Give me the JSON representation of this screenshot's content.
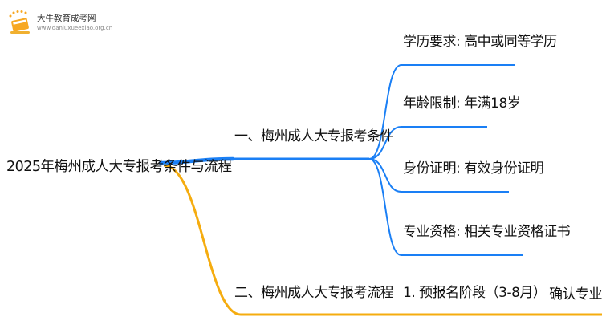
{
  "logo": {
    "title": "大牛教育成考网",
    "url": "www.daniuxueexiao.org.cn"
  },
  "mindmap": {
    "root": "2025年梅州成人大专报考条件与流程",
    "branches": [
      {
        "label": "一、梅州成人大专报考条件",
        "children": [
          "学历要求: 高中或同等学历",
          "年龄限制: 年满18岁",
          "身份证明: 有效身份证明",
          "专业资格: 相关专业资格证书"
        ]
      },
      {
        "label": "二、梅州成人大专报考流程",
        "children": [
          "1. 预报名阶段（3-8月）",
          "确认专业和"
        ]
      }
    ]
  },
  "colors": {
    "branch1": "#1a7ff5",
    "branch2": "#f5ac0f",
    "logo_accent": "#f7a823"
  }
}
